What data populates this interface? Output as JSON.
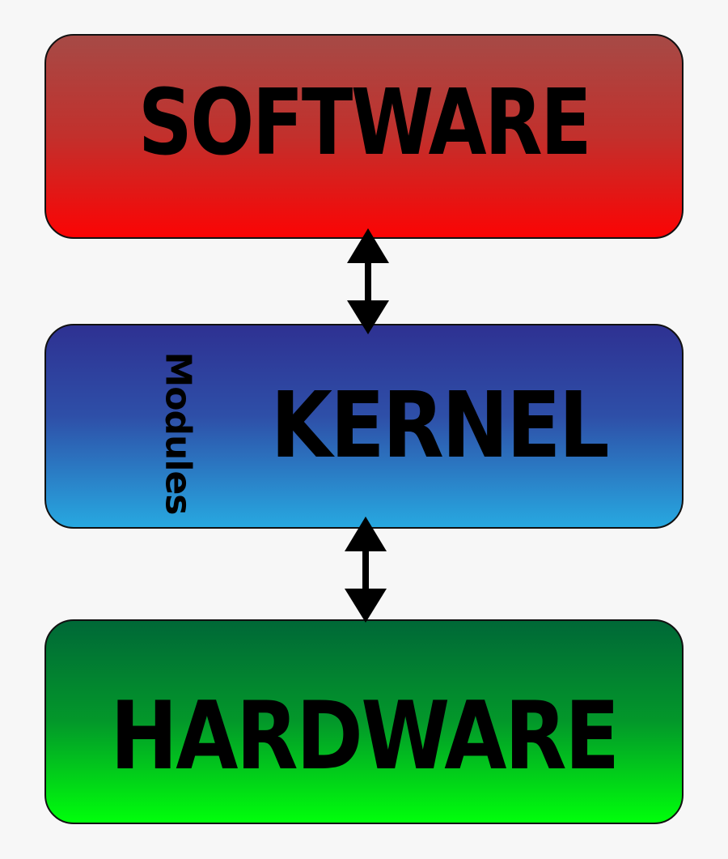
{
  "diagram": {
    "layers": [
      {
        "id": "software",
        "label": "SOFTWARE",
        "gradient": [
          "#a64a46",
          "#fb0404"
        ]
      },
      {
        "id": "kernel",
        "label": "KERNEL",
        "sublabel": "Modules",
        "gradient": [
          "#2e3192",
          "#27a8e0"
        ]
      },
      {
        "id": "hardware",
        "label": "HARDWARE",
        "gradient": [
          "#006837",
          "#00ff0b"
        ]
      }
    ],
    "connections": [
      {
        "from": "software",
        "to": "kernel",
        "type": "bidirectional-arrow"
      },
      {
        "from": "kernel",
        "to": "hardware",
        "type": "bidirectional-arrow"
      }
    ],
    "background": "#f7f7f7",
    "stroke": "#111111"
  }
}
